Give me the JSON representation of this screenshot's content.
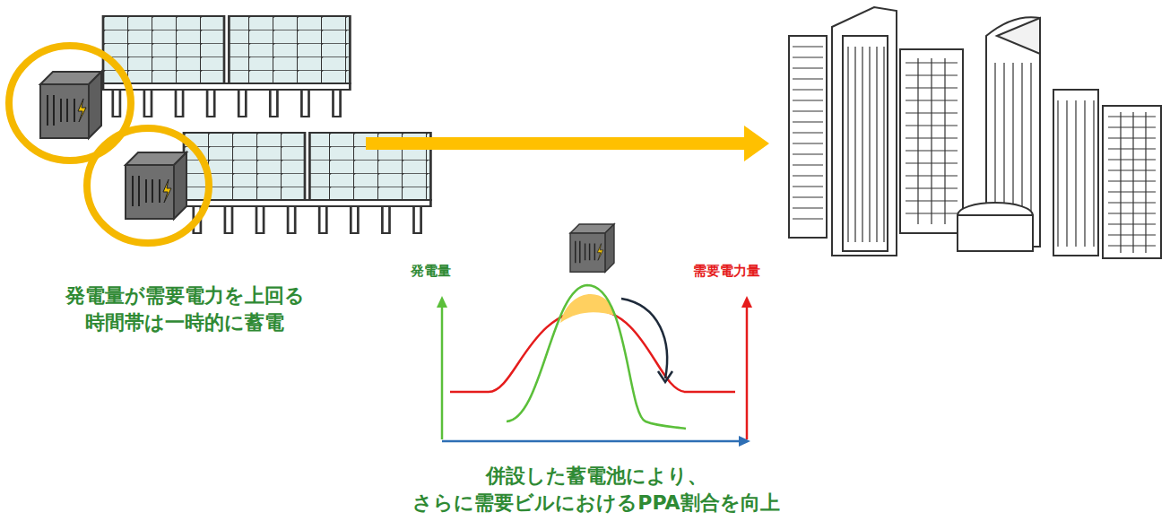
{
  "diagram": {
    "caption": "併設した蓄電池により、 さらに需要ビルにおけるPPA割合を向上",
    "labels": [
      "発電量が需要電力を上回る 時間帯は一時的に蓄電",
      "発電量",
      "需要電力量"
    ]
  }
}
